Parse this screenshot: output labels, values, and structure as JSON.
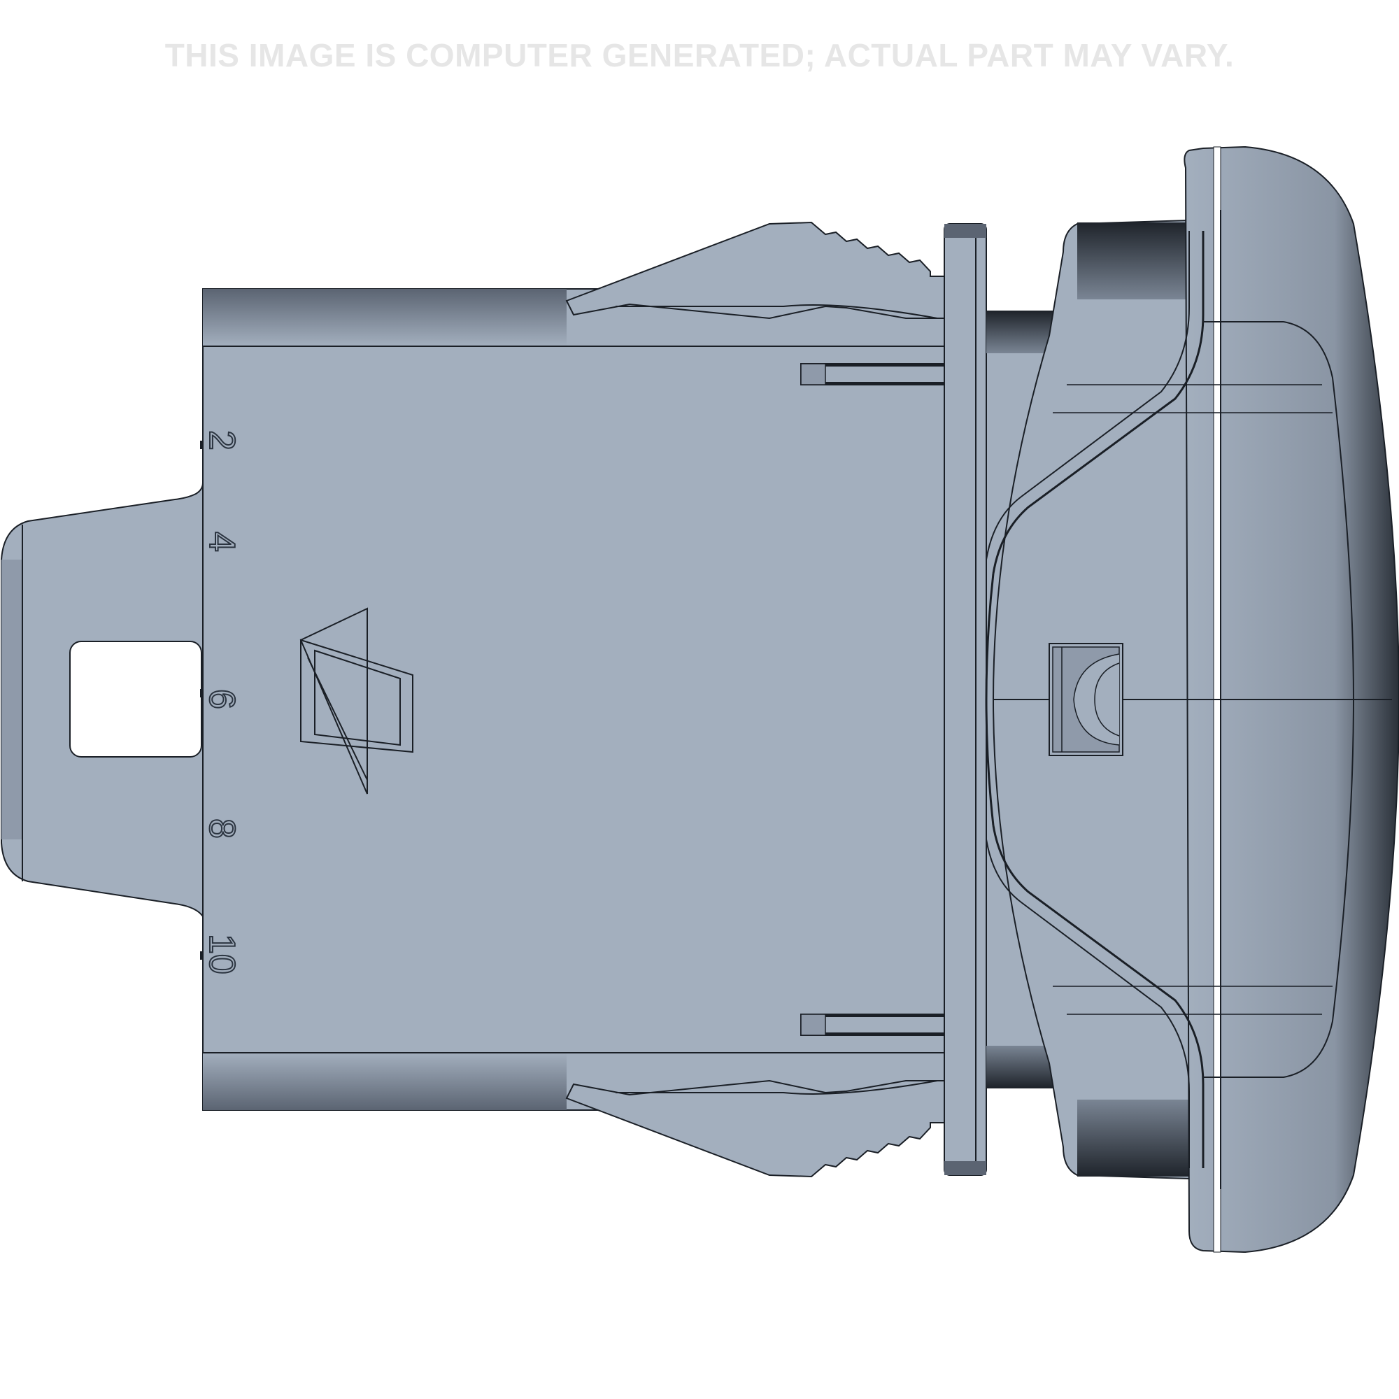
{
  "disclaimer": "THIS IMAGE IS COMPUTER GENERATED; ACTUAL PART MAY VARY.",
  "part": {
    "view": "side",
    "body_color": "#a3afbe",
    "shade_color": "#8f9aaa",
    "dark_color": "#2a3038",
    "outline_color": "#1a1f26",
    "cavity_markings": [
      "2",
      "4",
      "6",
      "8",
      "10"
    ],
    "logo": "manufacturer-logo-A"
  }
}
